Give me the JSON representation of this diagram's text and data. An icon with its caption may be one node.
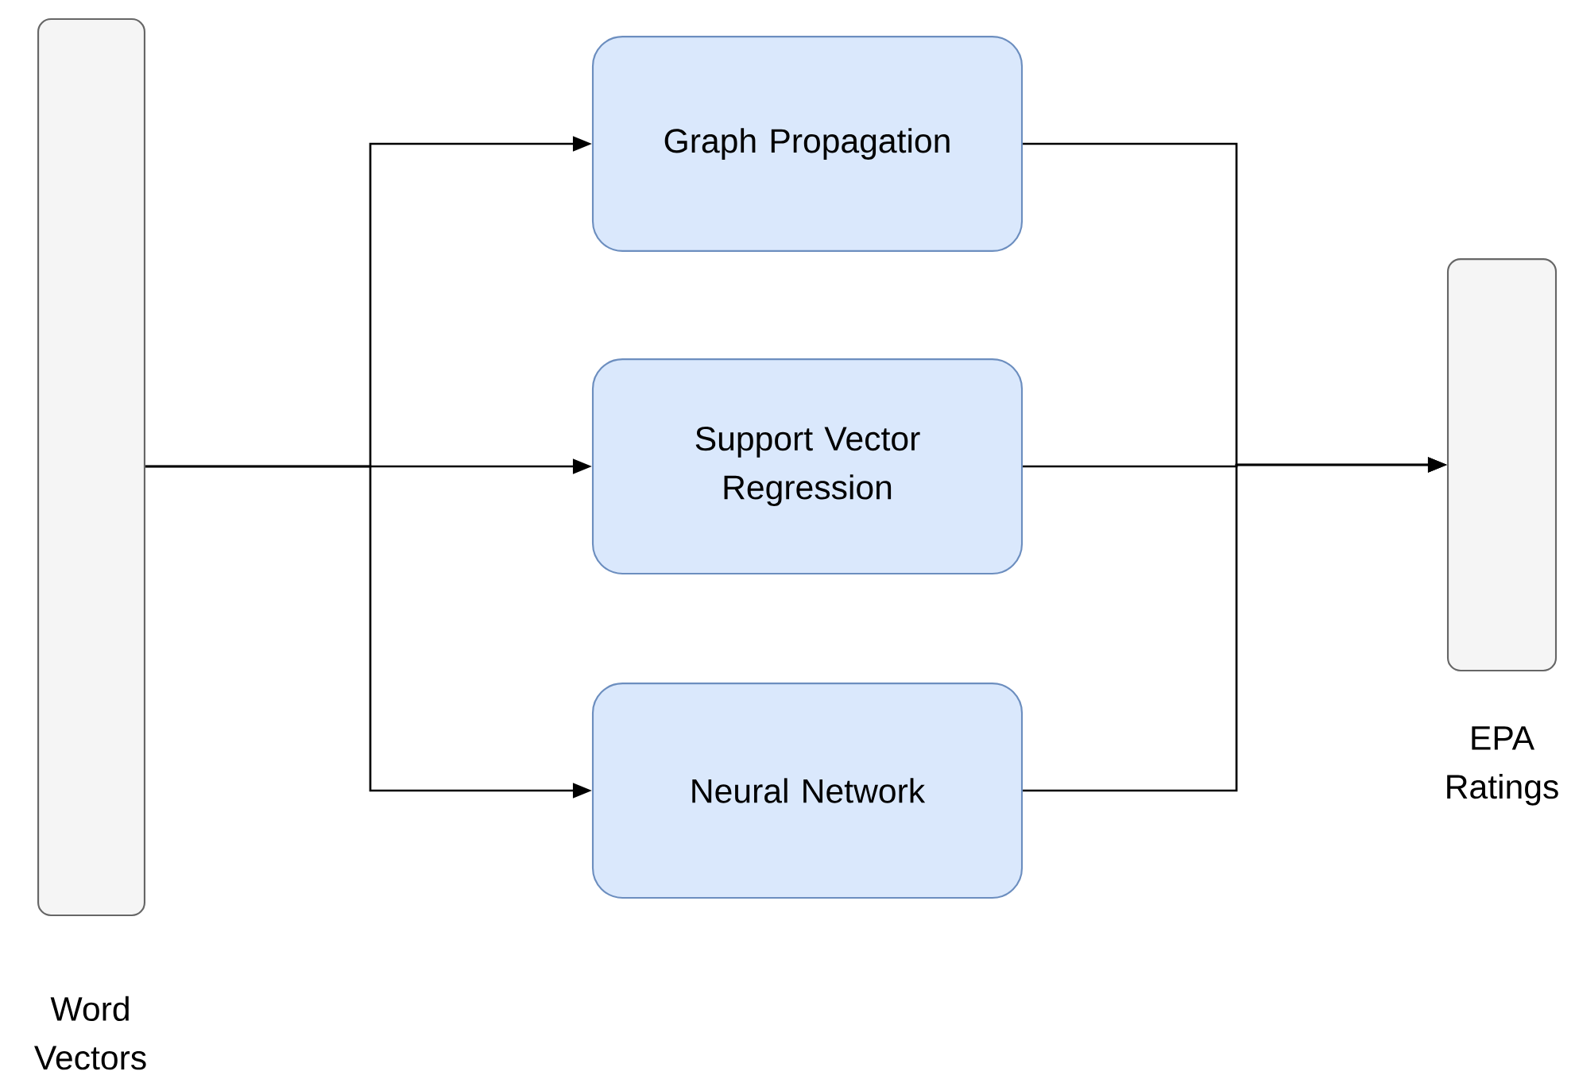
{
  "diagram": {
    "nodes": [
      {
        "text": [
          "Word Vectors"
        ]
      },
      {
        "text": [
          "Graph Propagation"
        ]
      },
      {
        "text": [
          "Support Vector Regression"
        ]
      },
      {
        "text": [
          "Neural Network"
        ]
      },
      {
        "text": [
          "EPA Ratings"
        ]
      }
    ],
    "edges": [
      {
        "from": 0,
        "to": 1,
        "arrow": "to"
      },
      {
        "from": 0,
        "to": 2,
        "arrow": "to"
      },
      {
        "from": 0,
        "to": 3,
        "arrow": "to"
      },
      {
        "from": 1,
        "to": 4,
        "arrow": "to"
      },
      {
        "from": 2,
        "to": 4,
        "arrow": "to"
      },
      {
        "from": 3,
        "to": 4,
        "arrow": "to"
      }
    ]
  }
}
